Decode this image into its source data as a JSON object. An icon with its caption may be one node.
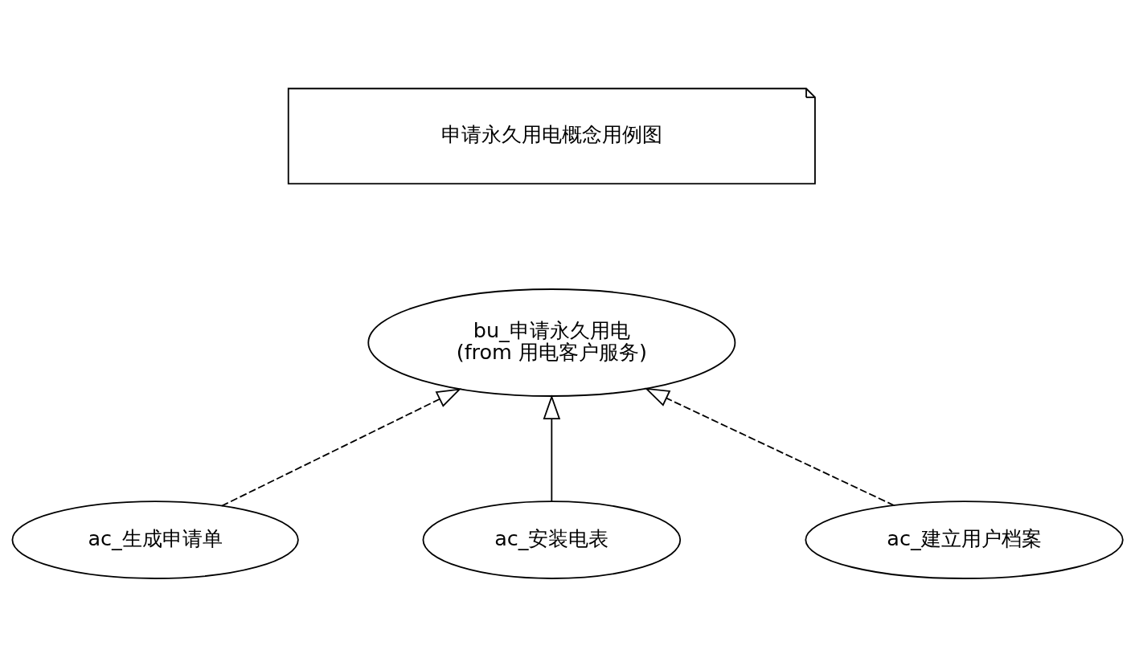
{
  "diagram": {
    "nodes": [
      {
        "text": [
          "申请永久用电概念用例图"
        ]
      },
      {
        "text": [
          "bu_申请永久用电",
          "(from 用电客户服务)"
        ]
      },
      {
        "text": [
          "ac_生成申请单"
        ]
      },
      {
        "text": [
          "ac_安装电表"
        ]
      },
      {
        "text": [
          "ac_建立用户档案"
        ]
      }
    ],
    "edges": [
      {
        "from": 2,
        "to": 1,
        "arrow": "to",
        "style": "dashed"
      },
      {
        "from": 3,
        "to": 1,
        "arrow": "to"
      },
      {
        "from": 4,
        "to": 1,
        "arrow": "to",
        "style": "dashed"
      }
    ]
  }
}
